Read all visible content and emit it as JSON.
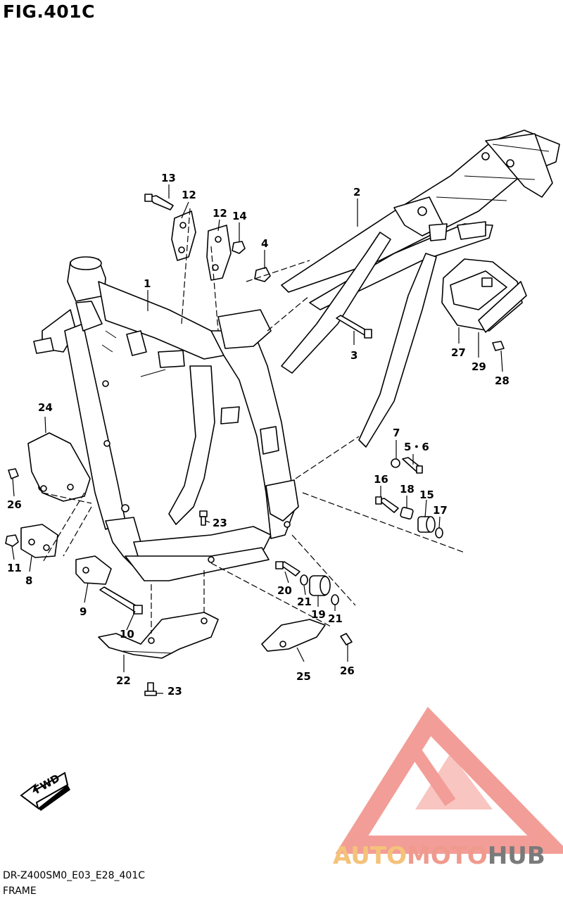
{
  "title": "FIG.401C",
  "footer": {
    "code": "DR-Z400SM0_E03_E28_401C",
    "name": "FRAME"
  },
  "fwd_label": "FWD",
  "watermark": {
    "part1": "AUTO",
    "part2": "MOTO",
    "part3": "HUB",
    "colors": {
      "auto": "#f4c27a",
      "moto": "#f09a8e",
      "hub": "#7a7a7a",
      "triangle": "#f08d85"
    }
  },
  "callouts": [
    {
      "id": "c1",
      "label": "1"
    },
    {
      "id": "c2",
      "label": "2"
    },
    {
      "id": "c3",
      "label": "3"
    },
    {
      "id": "c4",
      "label": "4"
    },
    {
      "id": "c56",
      "label": "5・6"
    },
    {
      "id": "c7",
      "label": "7"
    },
    {
      "id": "c8",
      "label": "8"
    },
    {
      "id": "c9",
      "label": "9"
    },
    {
      "id": "c10",
      "label": "10"
    },
    {
      "id": "c11",
      "label": "11"
    },
    {
      "id": "c12a",
      "label": "12"
    },
    {
      "id": "c12b",
      "label": "12"
    },
    {
      "id": "c13",
      "label": "13"
    },
    {
      "id": "c14",
      "label": "14"
    },
    {
      "id": "c15",
      "label": "15"
    },
    {
      "id": "c16",
      "label": "16"
    },
    {
      "id": "c17",
      "label": "17"
    },
    {
      "id": "c18",
      "label": "18"
    },
    {
      "id": "c19",
      "label": "19"
    },
    {
      "id": "c20",
      "label": "20"
    },
    {
      "id": "c21a",
      "label": "21"
    },
    {
      "id": "c21b",
      "label": "21"
    },
    {
      "id": "c22",
      "label": "22"
    },
    {
      "id": "c23a",
      "label": "23"
    },
    {
      "id": "c23b",
      "label": "23"
    },
    {
      "id": "c24",
      "label": "24"
    },
    {
      "id": "c25",
      "label": "25"
    },
    {
      "id": "c26a",
      "label": "26"
    },
    {
      "id": "c26b",
      "label": "26"
    },
    {
      "id": "c27",
      "label": "27"
    },
    {
      "id": "c28",
      "label": "28"
    },
    {
      "id": "c29",
      "label": "29"
    }
  ]
}
